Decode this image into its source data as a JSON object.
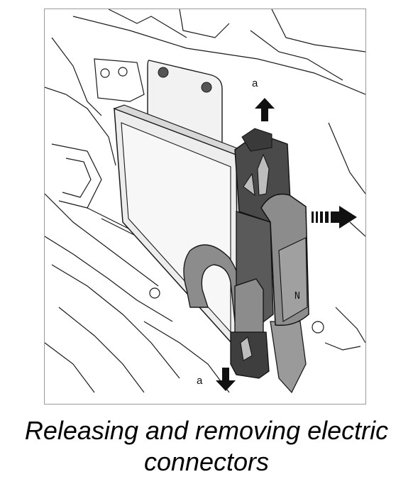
{
  "figure": {
    "callouts": {
      "top": "a",
      "bottom": "a"
    },
    "icons": {
      "up_arrow": "arrow-up-icon",
      "down_arrow": "arrow-down-icon",
      "right_arrow": "dashed-arrow-right-icon"
    },
    "colors": {
      "line": "#1a1a1a",
      "connector_dark": "#4a4a4a",
      "connector_mid": "#8c8c8c",
      "panel": "#ededed"
    }
  },
  "caption": {
    "line1": "Releasing and removing electric",
    "line2": "connectors"
  }
}
